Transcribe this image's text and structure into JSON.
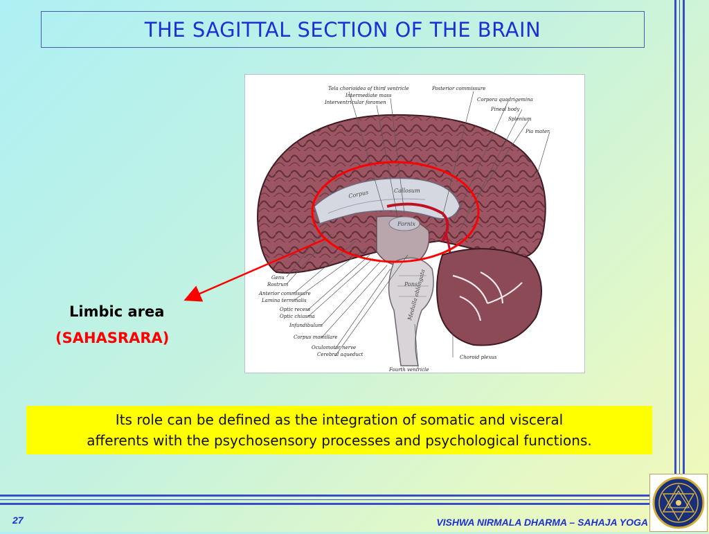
{
  "slide": {
    "title": "THE SAGITTAL SECTION OF THE BRAIN",
    "page_number": "27",
    "footer": "VISHWA NIRMALA DHARMA – SAHAJA YOGA"
  },
  "callout": {
    "label": "Limbic area",
    "sublabel": "(SAHASRARA)"
  },
  "description": {
    "line1": "Its role can be defined as the integration of somatic and visceral",
    "line2": "afferents with the psychosensory processes and psychological functions."
  },
  "figure": {
    "labels_top": [
      "Tela chorioidea of third ventricle",
      "Intermediate mass",
      "Interventricular foramen",
      "Posterior commissure",
      "Corpora quadrigemina",
      "Pineal body",
      "Splenium",
      "Pia mater"
    ],
    "labels_left": [
      "Genu",
      "Rostrum",
      "Anterior commissure",
      "Lamina terminalis",
      "Optic recess",
      "Optic chiasma",
      "Infundibulum",
      "Corpus mamillare",
      "Oculomotor nerve",
      "Cerebral aqueduct"
    ],
    "labels_bottom": [
      "Choroid plexus",
      "Fourth ventricle"
    ],
    "labels_inner": [
      "Corpus",
      "Callosum",
      "Fornix",
      "Pons",
      "Medulla oblongata"
    ]
  },
  "colors": {
    "title": "#1b2fd6",
    "highlight_circle": "#ff0000",
    "sahasrara": "#ff0000",
    "description_bg": "#ffff00",
    "border_lines": "#3a4cc8"
  }
}
